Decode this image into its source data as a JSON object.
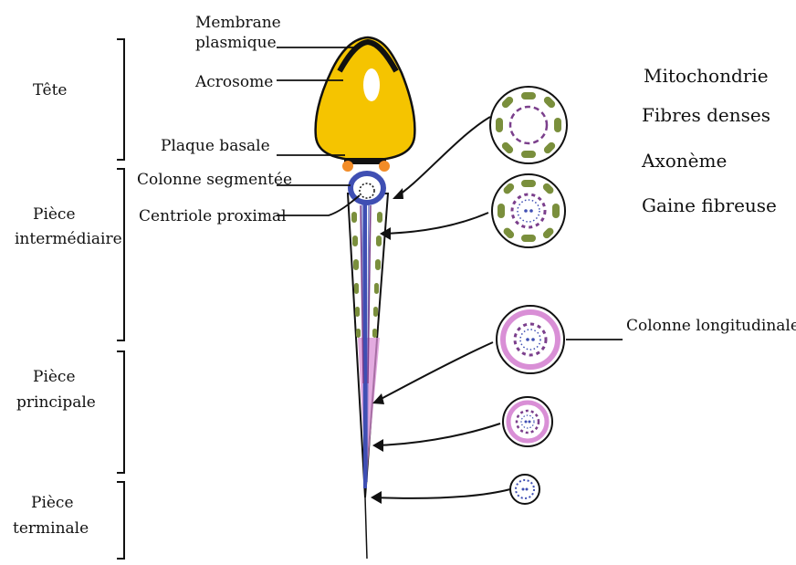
{
  "sections": {
    "tete": "Tête",
    "piece_intermediaire": [
      "Pièce",
      "intermédiaire"
    ],
    "piece_principale": [
      "Pièce",
      "principale"
    ],
    "piece_terminale": [
      "Pièce",
      "terminale"
    ]
  },
  "labels": {
    "membrane": [
      "Membrane",
      "plasmique"
    ],
    "acrosome": "Acrosome",
    "plaque_basale": "Plaque basale",
    "colonne_segmentee": "Colonne segmentée",
    "centriole_proximal": "Centriole proximal",
    "colonne_longitudinale": "Colonne longitudinale"
  },
  "legend": {
    "items": [
      {
        "text": "Mitochondrie",
        "color": "#7a8f3c"
      },
      {
        "text": "Fibres denses",
        "color": "#7b3f8c"
      },
      {
        "text": "Axonème",
        "color": "#3f4fb3"
      },
      {
        "text": "Gaine fibreuse",
        "color": "#d98fd6"
      }
    ]
  },
  "colors": {
    "head_fill": "#f5c400",
    "outline": "#111111",
    "mito": "#7a8f3c",
    "dense": "#7b3f8c",
    "axoneme": "#3f4fb3",
    "sheath": "#d98fd6",
    "orange": "#f28c28"
  }
}
